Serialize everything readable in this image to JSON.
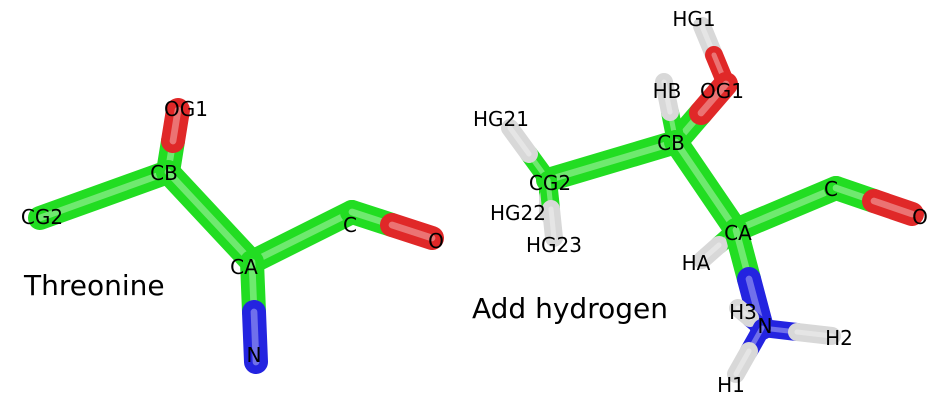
{
  "colors": {
    "carbon": "#22dd22",
    "carbon_highlight": "#aaffaa",
    "oxygen": "#e02828",
    "nitrogen": "#2424e0",
    "hydrogen": "#d8d8d8",
    "label": "#000000",
    "background": "#ffffff"
  },
  "left": {
    "caption": "Threonine",
    "labels": {
      "og1": "OG1",
      "cb": "CB",
      "cg2": "CG2",
      "c": "C",
      "o": "O",
      "ca": "CA",
      "n": "N"
    }
  },
  "right": {
    "caption": "Add hydrogen",
    "labels": {
      "hg1": "HG1",
      "hb": "HB",
      "og1": "OG1",
      "hg21": "HG21",
      "cb": "CB",
      "c": "C",
      "cg2": "CG2",
      "hg22": "HG22",
      "o": "O",
      "hg23": "HG23",
      "ca": "CA",
      "ha": "HA",
      "h3": "H3",
      "n": "N",
      "h2": "H2",
      "h1": "H1"
    }
  }
}
